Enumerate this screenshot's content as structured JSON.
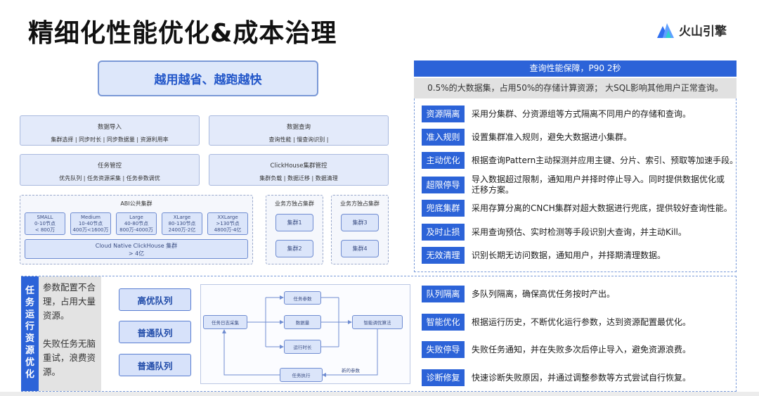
{
  "title": "精细化性能优化&成本治理",
  "logo": {
    "icon": "volcano-logo-icon",
    "text": "火山引擎"
  },
  "slogan": "越用越省、越跑越快",
  "left_panels": {
    "data_import": {
      "title": "数据导入",
      "sub": "集群选择 | 同步时长 | 同步数据量 | 资源利用率"
    },
    "data_query": {
      "title": "数据查询",
      "sub": "查询性能 | 慢查询识别 |"
    },
    "task_control": {
      "title": "任务管控",
      "sub": "优先队列 | 任务资源采集 | 任务参数调优"
    },
    "ch_control": {
      "title": "ClickHouse集群管控",
      "sub": "集群负载 | 数据迁移 | 数据清理"
    }
  },
  "abi": {
    "title": "ABI公共集群",
    "sizes": [
      {
        "name": "SMALL",
        "nodes": "0-10节点",
        "volume": "< 800万"
      },
      {
        "name": "Medium",
        "nodes": "10-40节点",
        "volume": "400万<1600万"
      },
      {
        "name": "Large",
        "nodes": "40-80节点",
        "volume": "800万-4000万"
      },
      {
        "name": "XLarge",
        "nodes": "80-130节点",
        "volume": "2400万-2亿"
      },
      {
        "name": "XXLarge",
        "nodes": ">130节点",
        "volume": "4800万-4亿"
      }
    ],
    "cloud_native": {
      "line1": "Cloud Native ClickHouse 集群",
      "line2": "> 4亿"
    }
  },
  "exclusive_a": {
    "title": "业务方独占集群",
    "c1": "集群1",
    "c2": "集群2"
  },
  "exclusive_b": {
    "title": "业务方独占集群",
    "c1": "集群3",
    "c2": "集群4"
  },
  "right_panel": {
    "header": "查询性能保障，P90 2秒",
    "note": "0.5%的大数据集，占用50%的存储计算资源； 大SQL影响其他用户正常查询。",
    "rows": [
      {
        "tag": "资源隔离",
        "desc": "采用分集群、分资源组等方式隔离不同用户的存储和查询。"
      },
      {
        "tag": "准入规则",
        "desc": "设置集群准入规则，避免大数据进小集群。"
      },
      {
        "tag": "主动优化",
        "desc": "根据查询Pattern主动探测并应用主键、分片、索引、预取等加速手段。"
      },
      {
        "tag": "超限停导",
        "desc": "导入数据超过限制，通知用户并择时停止导入。同时提供数据优化或迁移方案。"
      },
      {
        "tag": "兜底集群",
        "desc": "采用存算分离的CNCH集群对超大数据进行兜底，提供较好查询性能。"
      },
      {
        "tag": "及时止损",
        "desc": "采用查询预估、实时检测等手段识别大查询，并主动Kill。"
      },
      {
        "tag": "无效清理",
        "desc": "识别长期无访问数据，通知用户，并择期清理数据。"
      }
    ]
  },
  "bottom": {
    "vertical_label": "任务运行资源优化",
    "side_text": "参数配置不合理，占用大量资源。\n\n失败任务无脑重试，浪费资源。",
    "queues": [
      "高优队列",
      "普通队列",
      "普通队列"
    ],
    "flow": {
      "log_collect": "任务日志采集",
      "task_params": "任务参数",
      "data_volume": "数据量",
      "run_time": "运行时长",
      "smart_algo": "智能调优算法",
      "task_exec": "任务执行",
      "new_params": "新的参数"
    },
    "rows": [
      {
        "tag": "队列隔离",
        "desc": "多队列隔离，确保高优任务按时产出。"
      },
      {
        "tag": "智能优化",
        "desc": "根据运行历史，不断优化运行参数，达到资源配置最优化。"
      },
      {
        "tag": "失败停导",
        "desc": "失败任务通知，并在失败多次后停止导入，避免资源浪费。"
      },
      {
        "tag": "诊断修复",
        "desc": "快速诊断失败原因，并通过调整参数等方式尝试自行恢复。"
      }
    ]
  }
}
